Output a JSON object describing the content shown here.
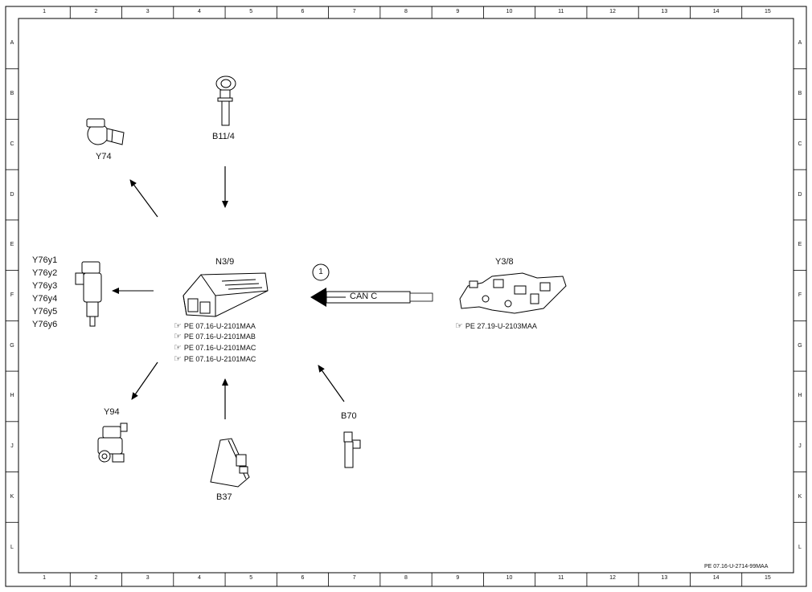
{
  "frame": {
    "columns": [
      "1",
      "2",
      "3",
      "4",
      "5",
      "6",
      "7",
      "8",
      "9",
      "10",
      "11",
      "12",
      "13",
      "14",
      "15"
    ],
    "rows": [
      "A",
      "B",
      "C",
      "D",
      "E",
      "F",
      "G",
      "H",
      "J",
      "K",
      "L"
    ]
  },
  "components": {
    "b11_4": "B11/4",
    "y74": "Y74",
    "n3_9": "N3/9",
    "y3_8": "Y3/8",
    "y94": "Y94",
    "b70": "B70",
    "b37": "B37"
  },
  "y76_labels": [
    "Y76y1",
    "Y76y2",
    "Y76y3",
    "Y76y4",
    "Y76y5",
    "Y76y6"
  ],
  "n3_9_refs": [
    "PE 07.16-U-2101MAA",
    "PE 07.16-U-2101MAB",
    "PE 07.16-U-2101MAC",
    "PE 07.16-U-2101MAC"
  ],
  "y3_8_ref": "PE 27.19-U-2103MAA",
  "can_label": "CAN C",
  "circle_number": "1",
  "doc_id": "PE 07.16-U-2714-99MAA",
  "icons": [
    "reference-hand-icon"
  ]
}
